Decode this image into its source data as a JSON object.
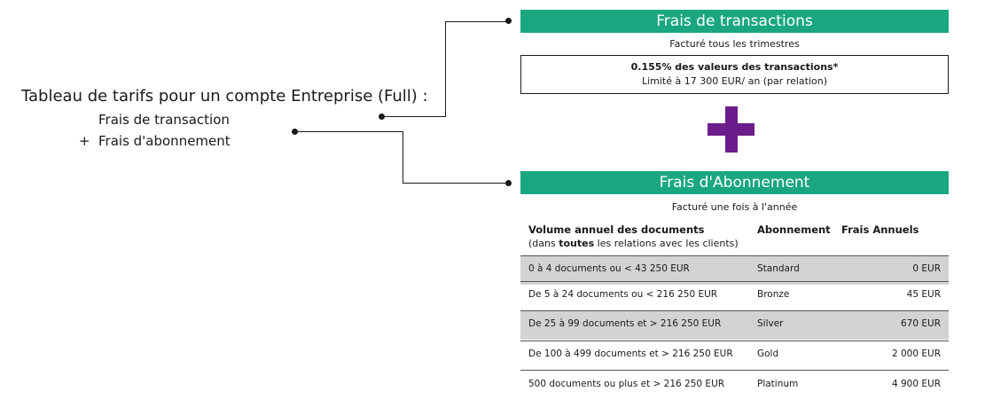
{
  "left": {
    "title": "Tableau de tarifs pour un compte Entreprise (Full) :",
    "item1": "Frais de transaction",
    "item2_prefix": "+",
    "item2": "Frais d'abonnement"
  },
  "transactions": {
    "banner": "Frais de transactions",
    "subtitle": "Facturé tous les trimestres",
    "box_line1": "0.155% des valeurs des transactions*",
    "box_line2": "Limité à 17 300 EUR/ an (par relation)"
  },
  "plus_color": "#6c1d8c",
  "banner_color": "#1aa780",
  "abonnement": {
    "banner": "Frais d'Abonnement",
    "subtitle": "Facturé une fois à l'année",
    "header": {
      "col1_line1": "Volume annuel des documents",
      "col1_line2_pre": "(dans ",
      "col1_line2_bold": "toutes",
      "col1_line2_post": " les relations avec les clients)",
      "col2": "Abonnement",
      "col3": "Frais Annuels"
    },
    "rows": [
      {
        "volume": "0 à 4 documents ou < 43 250 EUR",
        "abonnement": "Standard",
        "frais": "0 EUR"
      },
      {
        "volume": "De 5 à 24 documents  ou < 216 250 EUR",
        "abonnement": "Bronze",
        "frais": "45 EUR"
      },
      {
        "volume": "De 25 à 99 documents  et > 216 250 EUR",
        "abonnement": "Silver",
        "frais": "670 EUR"
      },
      {
        "volume": "De 100 à 499 documents et > 216 250 EUR",
        "abonnement": "Gold",
        "frais": "2 000 EUR"
      },
      {
        "volume": "500 documents ou plus et > 216 250 EUR",
        "abonnement": "Platinum",
        "frais": "4 900 EUR"
      }
    ]
  }
}
